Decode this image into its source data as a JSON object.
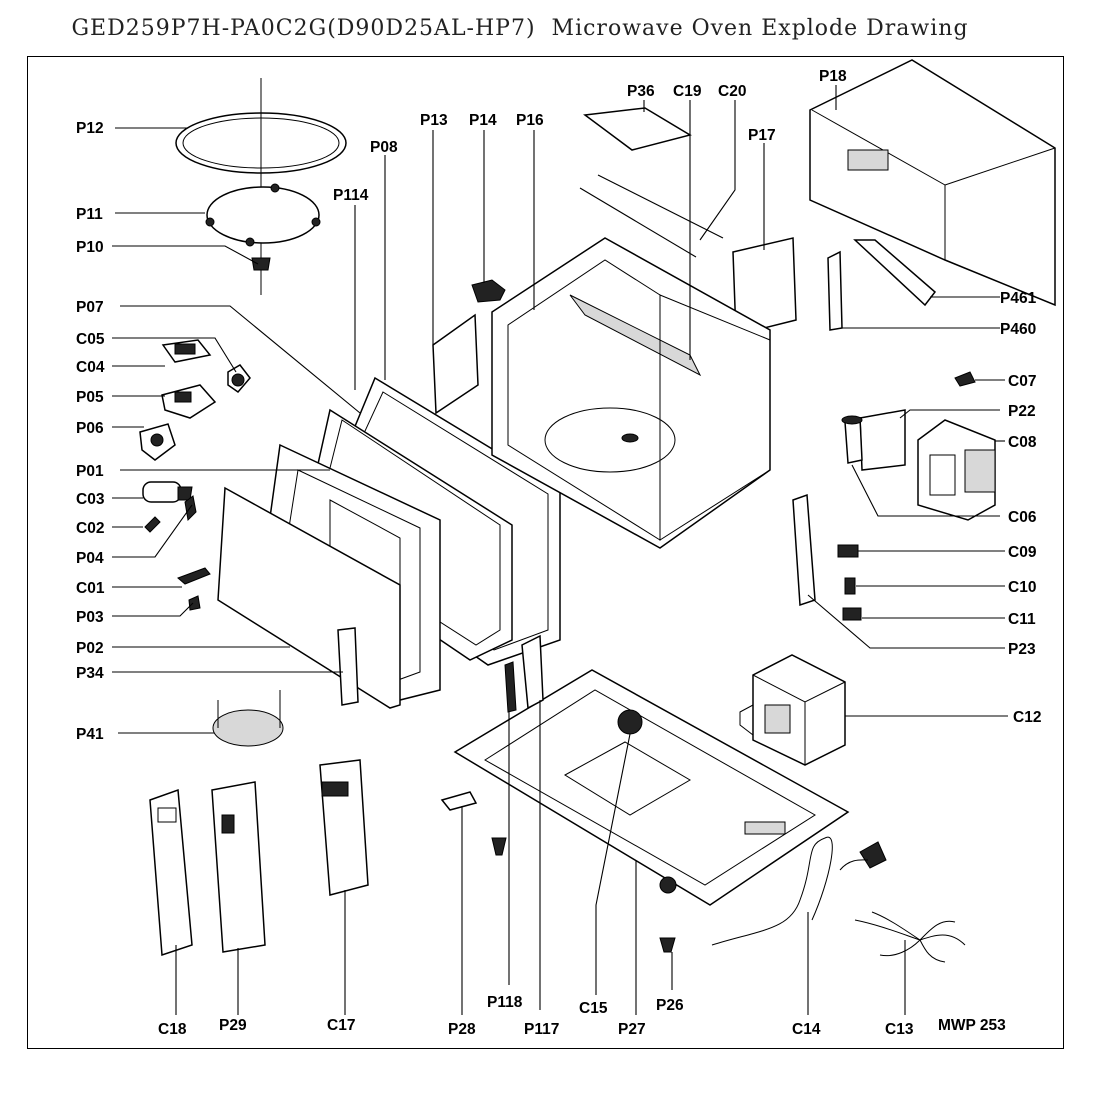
{
  "title": "GED259P7H-PA0C2G(D90D25AL-HP7)  Microwave Oven Explode Drawing",
  "model_code": "MWP 253",
  "parts": {
    "p12": "P12",
    "p11": "P11",
    "p10": "P10",
    "p07": "P07",
    "c05": "C05",
    "c04": "C04",
    "p05": "P05",
    "p06": "P06",
    "p01": "P01",
    "c03": "C03",
    "c02": "C02",
    "p04": "P04",
    "c01": "C01",
    "p03": "P03",
    "p02": "P02",
    "p34": "P34",
    "p41": "P41",
    "p08": "P08",
    "p114": "P114",
    "p13": "P13",
    "p14": "P14",
    "p16": "P16",
    "p36": "P36",
    "c19": "C19",
    "c20": "C20",
    "p17": "P17",
    "p18": "P18",
    "p461": "P461",
    "p460": "P460",
    "c07": "C07",
    "p22": "P22",
    "c08": "C08",
    "c06": "C06",
    "c09": "C09",
    "c10": "C10",
    "c11": "C11",
    "p23": "P23",
    "c12": "C12",
    "c18": "C18",
    "p29": "P29",
    "c17": "C17",
    "p28": "P28",
    "p118": "P118",
    "p117": "P117",
    "c15": "C15",
    "p27": "P27",
    "p26": "P26",
    "c14": "C14",
    "c13": "C13"
  }
}
